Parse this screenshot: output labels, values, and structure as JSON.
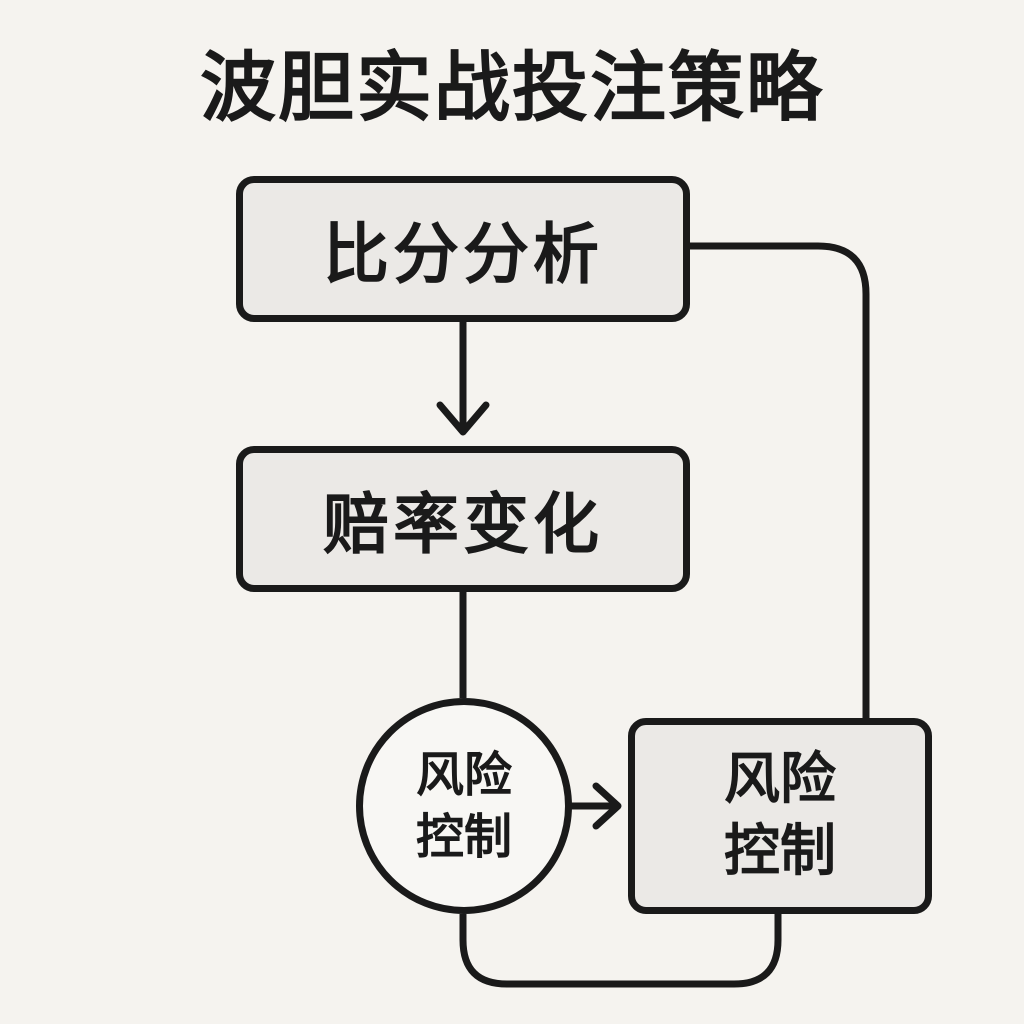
{
  "title": "波胆实战投注策略",
  "nodes": {
    "score_analysis": "比分分析",
    "odds_change": "赔率变化",
    "risk_control_circle": "风险控制",
    "risk_control_box": "风险控制"
  },
  "colors": {
    "background": "#f5f3ef",
    "box_fill": "#ebe9e6",
    "stroke": "#1a1a1a"
  }
}
